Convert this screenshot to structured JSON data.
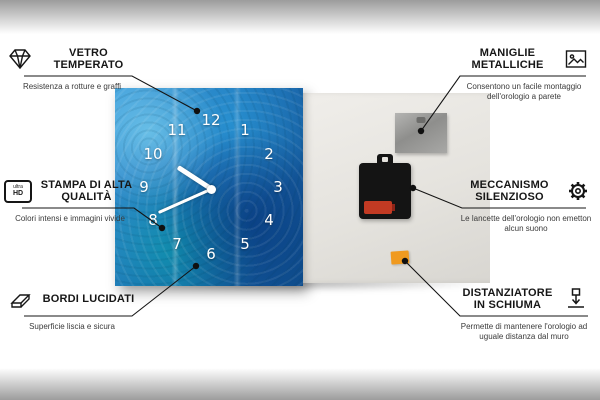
{
  "page": {
    "kind": "product-feature-infographic",
    "language": "it"
  },
  "colors": {
    "foam": "#f09a1f",
    "battery": "#c23a23",
    "clock_blue": "#1d6cb2"
  },
  "product": {
    "clock_numbers": [
      "1",
      "2",
      "3",
      "4",
      "5",
      "6",
      "7",
      "8",
      "9",
      "10",
      "11",
      "12"
    ]
  },
  "callouts": {
    "left": [
      {
        "icon": "diamond-icon",
        "title": "VETRO TEMPERATO",
        "desc": "Resistenza a rotture e graffi"
      },
      {
        "icon": "ultra-hd-icon",
        "icon_text_top": "ultra",
        "icon_text_bottom": "HD",
        "title": "STAMPA DI ALTA QUALITÀ",
        "desc": "Colori intensi e immagini vivide"
      },
      {
        "icon": "polished-edge-icon",
        "title": "BORDI LUCIDATI",
        "desc": "Superficie liscia e sicura"
      }
    ],
    "right": [
      {
        "icon": "picture-frame-icon",
        "title": "MANIGLIE METALLICHE",
        "desc": "Consentono un facile montaggio dell'orologio a parete"
      },
      {
        "icon": "gear-icon",
        "title": "MECCANISMO SILENZIOSO",
        "desc": "Le lancette dell'orologio non emetton alcun suono"
      },
      {
        "icon": "spacer-icon",
        "title": "DISTANZIATORE IN SCHIUMA",
        "desc": "Permette di mantenere l'orologio ad uguale distanza dal muro"
      }
    ]
  }
}
